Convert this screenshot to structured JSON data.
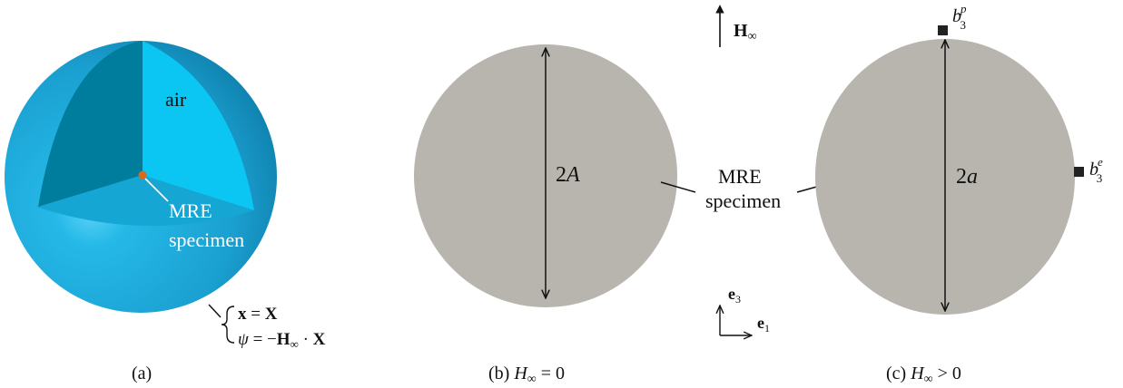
{
  "panels": {
    "a": {
      "caption": "(a)",
      "air_label": "air",
      "specimen_label_line1": "MRE",
      "specimen_label_line2": "specimen",
      "bc_line1": {
        "lhs": "x",
        "eq": " = ",
        "rhs": "X"
      },
      "bc_line2": {
        "lhs": "ψ",
        "eq": " = −",
        "h": "H",
        "h_sub": "∞",
        "dot": " · ",
        "x": "X"
      }
    },
    "b": {
      "caption_prefix": "(b) ",
      "caption_var": "H",
      "caption_sub": "∞",
      "caption_rel": " = 0",
      "dim_num": "2",
      "dim_var": "A",
      "field_label": "H",
      "field_sub": "∞"
    },
    "c": {
      "caption_prefix": "(c) ",
      "caption_var": "H",
      "caption_sub": "∞",
      "caption_rel": " > 0",
      "dim_num": "2",
      "dim_var": "a",
      "point_p_base": "b",
      "point_p_sub": "3",
      "point_p_sup": "p",
      "point_e_base": "b",
      "point_e_sub": "3",
      "point_e_sup": "e"
    },
    "shared": {
      "specimen_label_line1": "MRE",
      "specimen_label_line2": "specimen",
      "axis_e3": {
        "base": "e",
        "sub": "3"
      },
      "axis_e1": {
        "base": "e",
        "sub": "1"
      }
    }
  },
  "colors": {
    "sphere_outer": "#1fb0e0",
    "sphere_dark": "#007a99",
    "sphere_light": "#0bc4f0",
    "sphere_floor": "#16a9d6",
    "specimen_dot": "#d96a1a",
    "specimen_fill": "#b7b5ae",
    "ink": "#111111"
  }
}
